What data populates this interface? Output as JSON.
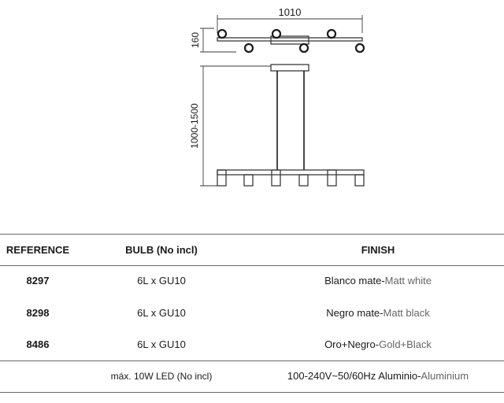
{
  "dimensions": {
    "width_label": "1010",
    "height_label": "160",
    "drop_label": "1000-1500"
  },
  "table": {
    "headers": {
      "reference": "REFERENCE",
      "bulb": "BULB (No incl)",
      "finish": "FINISH"
    },
    "rows": [
      {
        "reference": "8297",
        "bulb": "6L x GU10",
        "finish_es": "Blanco mate",
        "finish_en": "Matt white"
      },
      {
        "reference": "8298",
        "bulb": "6L x GU10",
        "finish_es": "Negro mate",
        "finish_en": "Matt black"
      },
      {
        "reference": "8486",
        "bulb": "6L x GU10",
        "finish_es": "Oro+Negro",
        "finish_en": "Gold+Black"
      }
    ],
    "footer": {
      "power": "máx. 10W LED (No incl)",
      "specs": "100-240V~50/60Hz",
      "material_es": "Aluminio",
      "material_en": "Aluminium"
    }
  }
}
